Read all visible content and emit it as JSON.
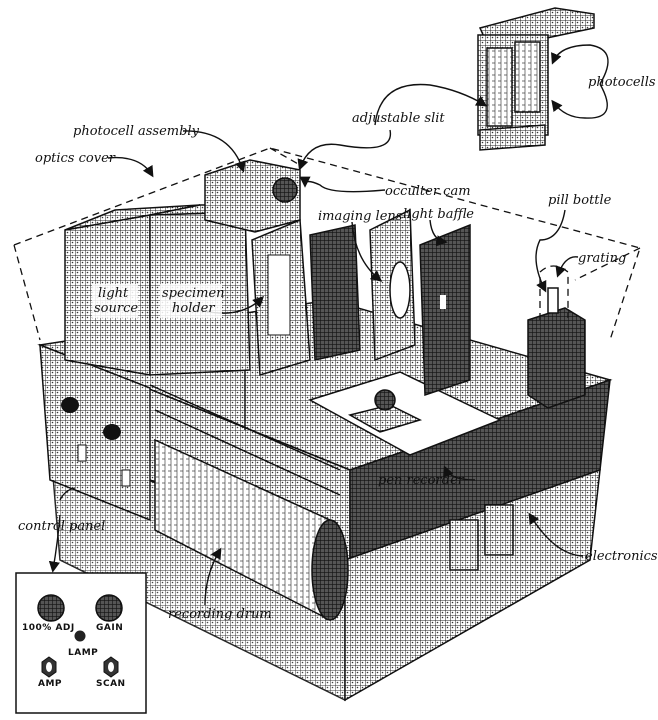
{
  "title": "Spectrophotometer cutaway illustration",
  "labels": {
    "photocell_assembly": "photocell assembly",
    "optics_cover": "optics cover",
    "adjustable_slit": "adjustable slit",
    "photocells": "photocells",
    "occulter_cam": "occulter cam",
    "imaging_lens": "imaging lens",
    "light_baffle": "light baffle",
    "pill_bottle": "pill bottle",
    "grating": "grating",
    "light_source_1": "light",
    "light_source_2": "source",
    "specimen_holder_1": "specimen",
    "specimen_holder_2": "holder",
    "pen_recorder": "pen recorder",
    "electronics": "electronics",
    "control_panel": "control panel",
    "recording_drum": "recording drum"
  },
  "control_panel_inset": {
    "controls": [
      {
        "label": "100% ADJ",
        "type": "knob"
      },
      {
        "label": "GAIN",
        "type": "knob"
      },
      {
        "label": "LAMP",
        "type": "lamp"
      },
      {
        "label": "AMP",
        "type": "switch"
      },
      {
        "label": "SCAN",
        "type": "switch"
      }
    ]
  },
  "colors": {
    "ink": "#111111",
    "paper": "#ffffff"
  }
}
